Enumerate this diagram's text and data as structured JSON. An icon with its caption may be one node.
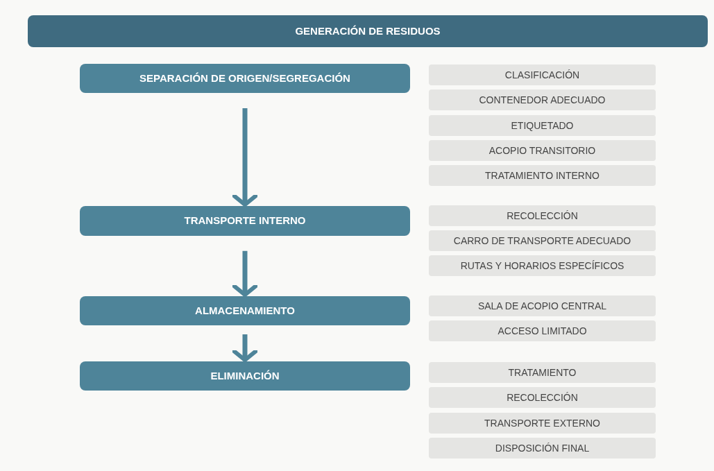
{
  "diagram": {
    "nodes": [
      {
        "text": [
          "GENERACIÓN DE RESIDUOS"
        ]
      },
      {
        "text": [
          "SEPARACIÓN DE ORIGEN/SEGREGACIÓN"
        ]
      },
      {
        "text": [
          "TRANSPORTE INTERNO"
        ]
      },
      {
        "text": [
          "ALMACENAMIENTO"
        ]
      },
      {
        "text": [
          "ELIMINACIÓN"
        ]
      },
      {
        "text": [
          "CLASIFICACIÓN"
        ]
      },
      {
        "text": [
          "CONTENEDOR ADECUADO"
        ]
      },
      {
        "text": [
          "ETIQUETADO"
        ]
      },
      {
        "text": [
          "ACOPIO TRANSITORIO"
        ]
      },
      {
        "text": [
          "TRATAMIENTO INTERNO"
        ]
      },
      {
        "text": [
          "RECOLECCIÓN"
        ]
      },
      {
        "text": [
          "CARRO DE TRANSPORTE ADECUADO"
        ]
      },
      {
        "text": [
          "RUTAS Y HORARIOS ESPECÍFICOS"
        ]
      },
      {
        "text": [
          "SALA DE ACOPIO CENTRAL"
        ]
      },
      {
        "text": [
          "ACCESO LIMITADO"
        ]
      },
      {
        "text": [
          "TRATAMIENTO"
        ]
      },
      {
        "text": [
          "RECOLECCIÓN"
        ]
      },
      {
        "text": [
          "TRANSPORTE EXTERNO"
        ]
      },
      {
        "text": [
          "DISPOSICIÓN FINAL"
        ]
      }
    ],
    "edges": [
      {
        "from": 1,
        "to": 2,
        "arrow": "to"
      },
      {
        "from": 2,
        "to": 3,
        "arrow": "to"
      },
      {
        "from": 3,
        "to": 4,
        "arrow": "to"
      }
    ]
  }
}
